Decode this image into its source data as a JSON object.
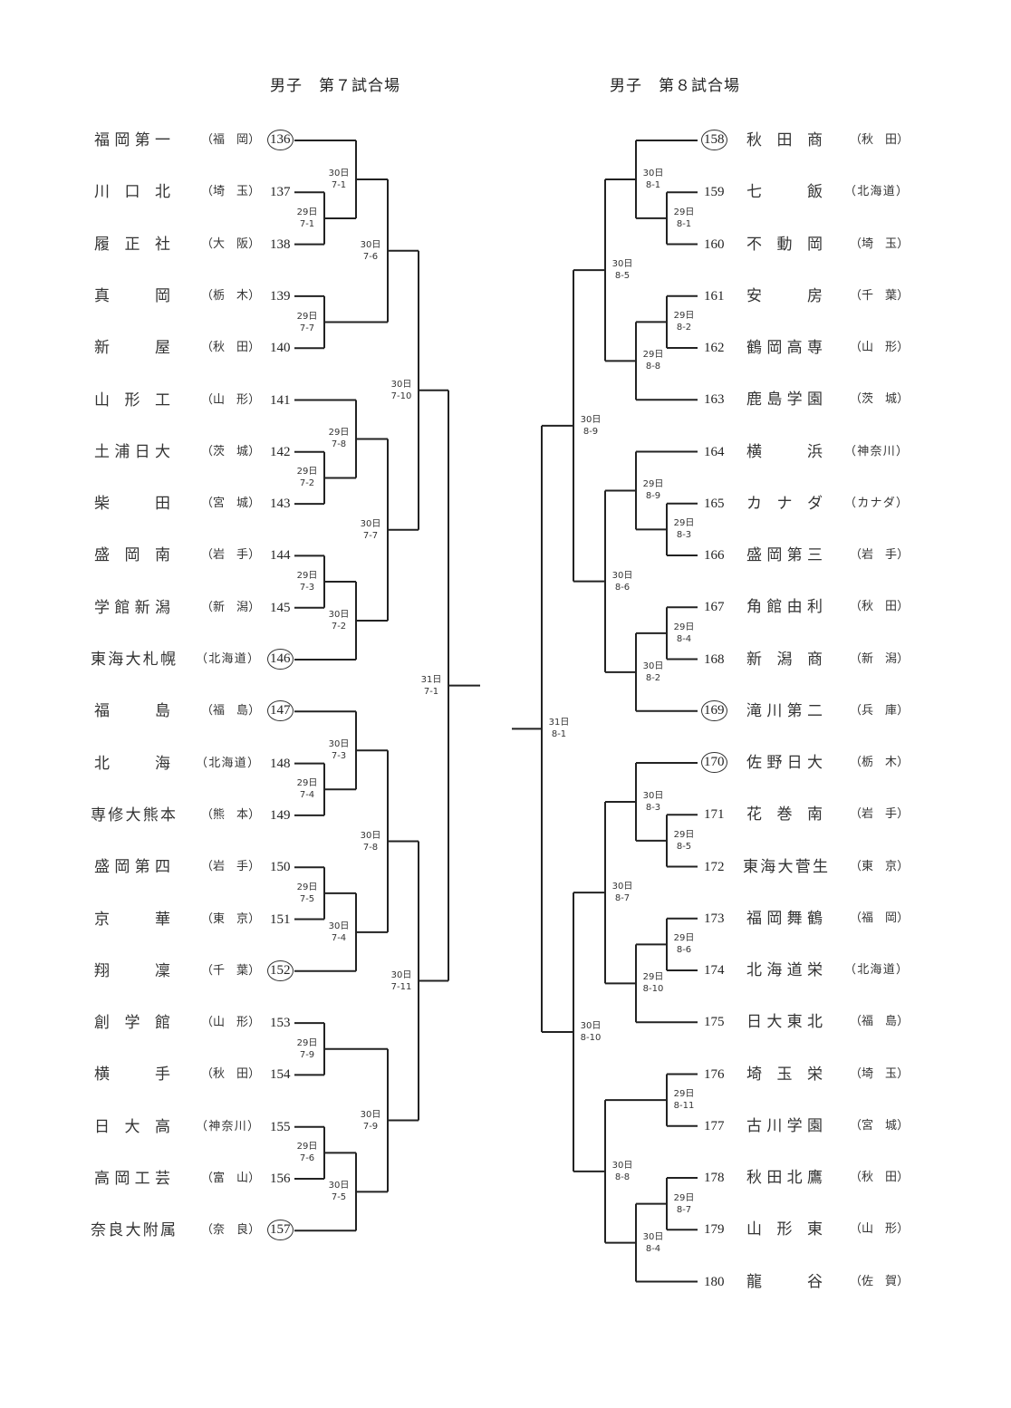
{
  "titles": {
    "left": "男子　第７試合場",
    "right": "男子　第８試合場"
  },
  "left": {
    "teams": [
      {
        "no": "136",
        "name": "福岡第一",
        "pref": "福岡",
        "seeded": true
      },
      {
        "no": "137",
        "name": "川口北",
        "pref": "埼玉",
        "seeded": false
      },
      {
        "no": "138",
        "name": "履正社",
        "pref": "大阪",
        "seeded": false
      },
      {
        "no": "139",
        "name": "真岡",
        "pref": "栃木",
        "seeded": false
      },
      {
        "no": "140",
        "name": "新屋",
        "pref": "秋田",
        "seeded": false
      },
      {
        "no": "141",
        "name": "山形工",
        "pref": "山形",
        "seeded": false
      },
      {
        "no": "142",
        "name": "土浦日大",
        "pref": "茨城",
        "seeded": false
      },
      {
        "no": "143",
        "name": "柴田",
        "pref": "宮城",
        "seeded": false
      },
      {
        "no": "144",
        "name": "盛岡南",
        "pref": "岩手",
        "seeded": false
      },
      {
        "no": "145",
        "name": "学館新潟",
        "pref": "新潟",
        "seeded": false
      },
      {
        "no": "146",
        "name": "東海大札幌",
        "pref": "北海道",
        "seeded": true
      },
      {
        "no": "147",
        "name": "福島",
        "pref": "福島",
        "seeded": true
      },
      {
        "no": "148",
        "name": "北海",
        "pref": "北海道",
        "seeded": false
      },
      {
        "no": "149",
        "name": "専修大熊本",
        "pref": "熊本",
        "seeded": false
      },
      {
        "no": "150",
        "name": "盛岡第四",
        "pref": "岩手",
        "seeded": false
      },
      {
        "no": "151",
        "name": "京華",
        "pref": "東京",
        "seeded": false
      },
      {
        "no": "152",
        "name": "翔凜",
        "pref": "千葉",
        "seeded": true
      },
      {
        "no": "153",
        "name": "創学館",
        "pref": "山形",
        "seeded": false
      },
      {
        "no": "154",
        "name": "横手",
        "pref": "秋田",
        "seeded": false
      },
      {
        "no": "155",
        "name": "日大高",
        "pref": "神奈川",
        "seeded": false
      },
      {
        "no": "156",
        "name": "高岡工芸",
        "pref": "富山",
        "seeded": false
      },
      {
        "no": "157",
        "name": "奈良大附属",
        "pref": "奈良",
        "seeded": true
      }
    ],
    "matches": [
      {
        "id": "L1",
        "day": "29日",
        "code": "7-1",
        "a": 1,
        "b": 2
      },
      {
        "id": "L2",
        "day": "30日",
        "code": "7-1",
        "a": 0,
        "b": "L1"
      },
      {
        "id": "L3",
        "day": "29日",
        "code": "7-7",
        "a": 3,
        "b": 4
      },
      {
        "id": "L4",
        "day": "30日",
        "code": "7-6",
        "a": "L2",
        "b": "L3"
      },
      {
        "id": "L5",
        "day": "29日",
        "code": "7-2",
        "a": 6,
        "b": 7
      },
      {
        "id": "L6",
        "day": "29日",
        "code": "7-8",
        "a": 5,
        "b": "L5"
      },
      {
        "id": "L7",
        "day": "29日",
        "code": "7-3",
        "a": 8,
        "b": 9
      },
      {
        "id": "L8",
        "day": "30日",
        "code": "7-2",
        "a": "L7",
        "b": 10
      },
      {
        "id": "L9",
        "day": "30日",
        "code": "7-7",
        "a": "L6",
        "b": "L8"
      },
      {
        "id": "L10",
        "day": "30日",
        "code": "7-10",
        "a": "L4",
        "b": "L9"
      },
      {
        "id": "L11",
        "day": "29日",
        "code": "7-4",
        "a": 12,
        "b": 13
      },
      {
        "id": "L12",
        "day": "30日",
        "code": "7-3",
        "a": 11,
        "b": "L11"
      },
      {
        "id": "L13",
        "day": "29日",
        "code": "7-5",
        "a": 14,
        "b": 15
      },
      {
        "id": "L14",
        "day": "30日",
        "code": "7-4",
        "a": "L13",
        "b": 16
      },
      {
        "id": "L15",
        "day": "30日",
        "code": "7-8",
        "a": "L12",
        "b": "L14"
      },
      {
        "id": "L16",
        "day": "29日",
        "code": "7-9",
        "a": 17,
        "b": 18
      },
      {
        "id": "L17",
        "day": "29日",
        "code": "7-6",
        "a": 19,
        "b": 20
      },
      {
        "id": "L18",
        "day": "30日",
        "code": "7-5",
        "a": "L17",
        "b": 21
      },
      {
        "id": "L19",
        "day": "30日",
        "code": "7-9",
        "a": "L16",
        "b": "L18"
      },
      {
        "id": "L20",
        "day": "30日",
        "code": "7-11",
        "a": "L15",
        "b": "L19"
      },
      {
        "id": "L21",
        "day": "31日",
        "code": "7-1",
        "a": "L10",
        "b": "L20"
      }
    ]
  },
  "right": {
    "teams": [
      {
        "no": "158",
        "name": "秋田商",
        "pref": "秋田",
        "seeded": true
      },
      {
        "no": "159",
        "name": "七飯",
        "pref": "北海道",
        "seeded": false
      },
      {
        "no": "160",
        "name": "不動岡",
        "pref": "埼玉",
        "seeded": false
      },
      {
        "no": "161",
        "name": "安房",
        "pref": "千葉",
        "seeded": false
      },
      {
        "no": "162",
        "name": "鶴岡高専",
        "pref": "山形",
        "seeded": false
      },
      {
        "no": "163",
        "name": "鹿島学園",
        "pref": "茨城",
        "seeded": false
      },
      {
        "no": "164",
        "name": "横浜",
        "pref": "神奈川",
        "seeded": false
      },
      {
        "no": "165",
        "name": "カナダ",
        "pref": "カナダ",
        "seeded": false
      },
      {
        "no": "166",
        "name": "盛岡第三",
        "pref": "岩手",
        "seeded": false
      },
      {
        "no": "167",
        "name": "角館由利",
        "pref": "秋田",
        "seeded": false
      },
      {
        "no": "168",
        "name": "新潟商",
        "pref": "新潟",
        "seeded": false
      },
      {
        "no": "169",
        "name": "滝川第二",
        "pref": "兵庫",
        "seeded": true
      },
      {
        "no": "170",
        "name": "佐野日大",
        "pref": "栃木",
        "seeded": true
      },
      {
        "no": "171",
        "name": "花巻南",
        "pref": "岩手",
        "seeded": false
      },
      {
        "no": "172",
        "name": "東海大菅生",
        "pref": "東京",
        "seeded": false
      },
      {
        "no": "173",
        "name": "福岡舞鶴",
        "pref": "福岡",
        "seeded": false
      },
      {
        "no": "174",
        "name": "北海道栄",
        "pref": "北海道",
        "seeded": false
      },
      {
        "no": "175",
        "name": "日大東北",
        "pref": "福島",
        "seeded": false
      },
      {
        "no": "176",
        "name": "埼玉栄",
        "pref": "埼玉",
        "seeded": false
      },
      {
        "no": "177",
        "name": "古川学園",
        "pref": "宮城",
        "seeded": false
      },
      {
        "no": "178",
        "name": "秋田北鷹",
        "pref": "秋田",
        "seeded": false
      },
      {
        "no": "179",
        "name": "山形東",
        "pref": "山形",
        "seeded": false
      },
      {
        "no": "180",
        "name": "龍谷",
        "pref": "佐賀",
        "seeded": false
      }
    ],
    "matches": [
      {
        "id": "R1",
        "day": "29日",
        "code": "8-1",
        "a": 1,
        "b": 2
      },
      {
        "id": "R2",
        "day": "30日",
        "code": "8-1",
        "a": 0,
        "b": "R1"
      },
      {
        "id": "R3",
        "day": "29日",
        "code": "8-2",
        "a": 3,
        "b": 4
      },
      {
        "id": "R4",
        "day": "29日",
        "code": "8-8",
        "a": "R3",
        "b": 5
      },
      {
        "id": "R5",
        "day": "30日",
        "code": "8-5",
        "a": "R2",
        "b": "R4"
      },
      {
        "id": "R6",
        "day": "29日",
        "code": "8-3",
        "a": 7,
        "b": 8
      },
      {
        "id": "R7",
        "day": "29日",
        "code": "8-9",
        "a": 6,
        "b": "R6"
      },
      {
        "id": "R8",
        "day": "29日",
        "code": "8-4",
        "a": 9,
        "b": 10
      },
      {
        "id": "R9",
        "day": "30日",
        "code": "8-2",
        "a": "R8",
        "b": 11
      },
      {
        "id": "R10",
        "day": "30日",
        "code": "8-6",
        "a": "R7",
        "b": "R9"
      },
      {
        "id": "R11",
        "day": "30日",
        "code": "8-9",
        "a": "R5",
        "b": "R10"
      },
      {
        "id": "R12",
        "day": "29日",
        "code": "8-5",
        "a": 13,
        "b": 14
      },
      {
        "id": "R13",
        "day": "30日",
        "code": "8-3",
        "a": 12,
        "b": "R12"
      },
      {
        "id": "R14",
        "day": "29日",
        "code": "8-6",
        "a": 15,
        "b": 16
      },
      {
        "id": "R15",
        "day": "29日",
        "code": "8-10",
        "a": "R14",
        "b": 17
      },
      {
        "id": "R16",
        "day": "30日",
        "code": "8-7",
        "a": "R13",
        "b": "R15"
      },
      {
        "id": "R17",
        "day": "29日",
        "code": "8-11",
        "a": 18,
        "b": 19
      },
      {
        "id": "R18",
        "day": "29日",
        "code": "8-7",
        "a": 20,
        "b": 21
      },
      {
        "id": "R19",
        "day": "30日",
        "code": "8-4",
        "a": "R18",
        "b": 22
      },
      {
        "id": "R20",
        "day": "30日",
        "code": "8-8",
        "a": "R17",
        "b": "R19"
      },
      {
        "id": "R21",
        "day": "30日",
        "code": "8-10",
        "a": "R16",
        "b": "R20"
      },
      {
        "id": "R22",
        "day": "31日",
        "code": "8-1",
        "a": "R11",
        "b": "R21"
      }
    ]
  }
}
